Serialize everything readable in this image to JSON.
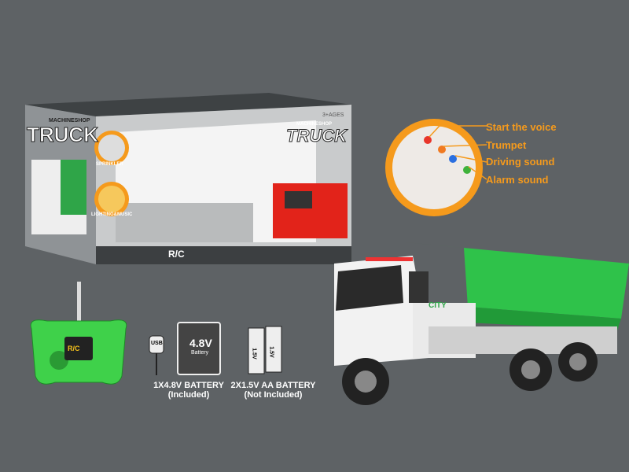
{
  "box": {
    "brand_small": "MACHINESHOP",
    "brand_big": "TRUCK",
    "age": "3+AGES",
    "feature_1": "SPRINKLER",
    "feature_2": "LIGHTING&MUSIC",
    "rc_label": "R/C"
  },
  "callouts": [
    {
      "label": "Start the voice",
      "color": "#e8352a"
    },
    {
      "label": "Trumpet",
      "color": "#f07a22"
    },
    {
      "label": "Driving sound",
      "color": "#2a6fe0"
    },
    {
      "label": "Alarm sound",
      "color": "#3fb23a"
    }
  ],
  "remote": {
    "badge": "R/C"
  },
  "batteries": {
    "usb": "USB",
    "pack_voltage": "4.8V",
    "pack_word": "Battery",
    "cell_label": "1.5V",
    "pack_caption_1": "1X4.8V BATTERY",
    "pack_caption_2": "(Included)",
    "aa_caption_1": "2X1.5V AA BATTERY",
    "aa_caption_2": "(Not Included)"
  },
  "truck": {
    "door_text": "CITY",
    "body_color": "#2fc24a"
  },
  "colors": {
    "background": "#5e6265",
    "accent": "#f59a1c",
    "green": "#2fc24a"
  }
}
